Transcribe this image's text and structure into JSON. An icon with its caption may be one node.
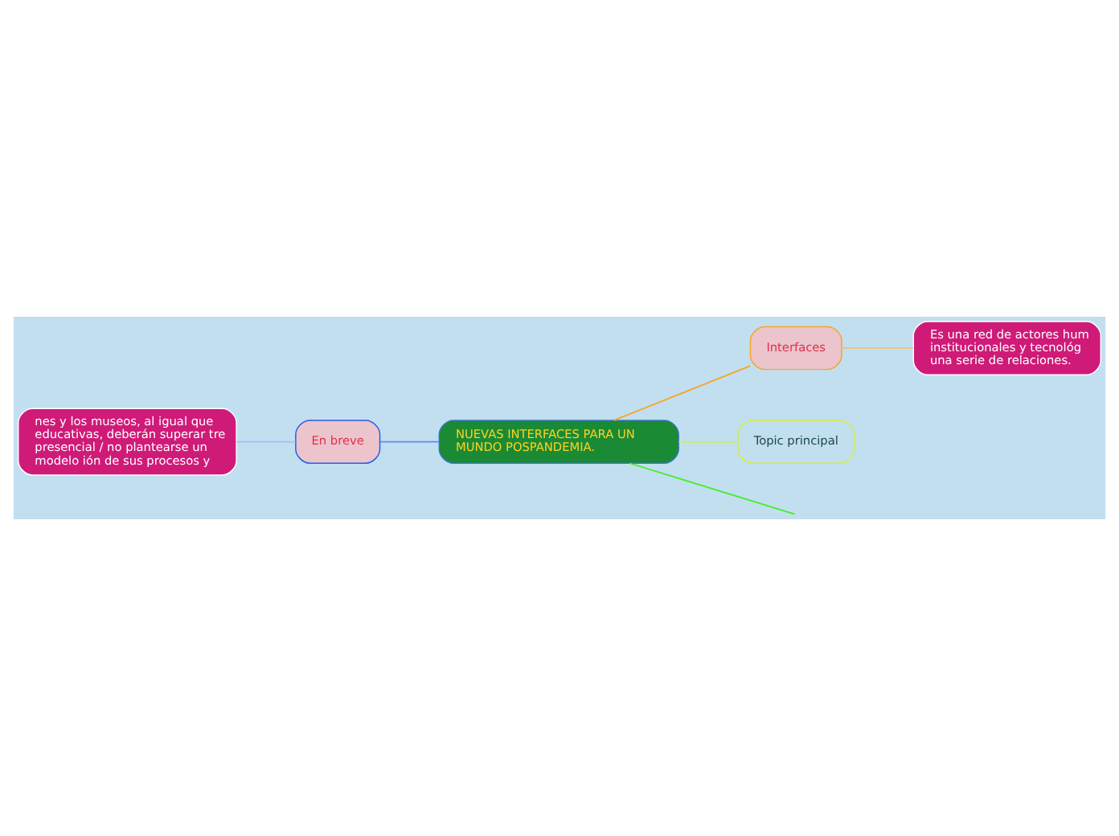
{
  "diagram": {
    "nodes": [
      {
        "text": [
          "NUEVAS INTERFACES PARA UN MUNDO POSPANDEMIA."
        ]
      },
      {
        "text": [
          "Interfaces"
        ]
      },
      {
        "text": [
          "Es una red de actores hum institucionales y tecnológ una serie de relaciones."
        ]
      },
      {
        "text": [
          "En breve"
        ]
      },
      {
        "text": [
          "nes y los museos, al igual que educativas, deberán superar tre presencial / no plantearse un modelo ión de sus procesos y"
        ]
      },
      {
        "text": [
          "Topic principal"
        ]
      }
    ],
    "edges": [
      {
        "from": 4,
        "to": 3,
        "arrow": "none",
        "color": "#9ec2f2"
      },
      {
        "from": 3,
        "to": 0,
        "arrow": "none",
        "color": "#5a8ef0"
      },
      {
        "from": 0,
        "to": 1,
        "arrow": "none",
        "color": "#f5a623"
      },
      {
        "from": 1,
        "to": 2,
        "arrow": "none",
        "color": "#e8c08a"
      },
      {
        "from": 0,
        "to": 5,
        "arrow": "none",
        "color": "#d4f03c"
      },
      {
        "from": 0,
        "to": null,
        "arrow": "none",
        "color": "#44ee22"
      }
    ]
  }
}
